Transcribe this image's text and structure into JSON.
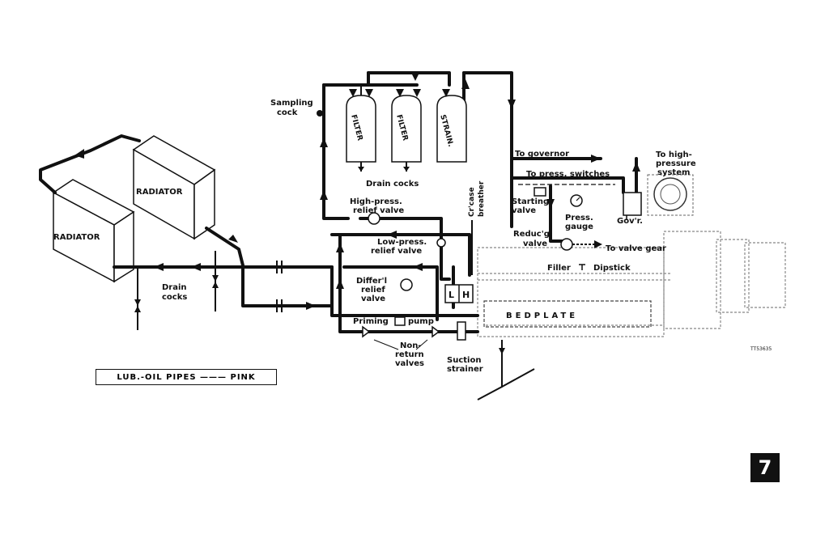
{
  "labels": {
    "radiator_top": "RADIATOR",
    "radiator_bottom": "RADIATOR",
    "sampling_cock_1": "Sampling",
    "sampling_cock_2": "cock",
    "filter_1": "FILTER",
    "filter_2": "FILTER",
    "strainer": "STRAIN.",
    "drain_cocks_top": "Drain   cocks",
    "crcase_breather_1": "Cr'case",
    "crcase_breather_2": "breather",
    "high_press_relief_1": "High-press.",
    "high_press_relief_2": "relief valve",
    "low_press_relief_1": "Low-press.",
    "low_press_relief_2": "relief valve",
    "differ_relief_1": "Differ'l",
    "differ_relief_2": "relief",
    "differ_relief_3": "valve",
    "drain_cocks_left_1": "Drain",
    "drain_cocks_left_2": "cocks",
    "priming_pump_1": "Priming",
    "priming_pump_2": "pump",
    "non_return_1": "Non-",
    "non_return_2": "return",
    "non_return_3": "valves",
    "suction_strainer_1": "Suction",
    "suction_strainer_2": "strainer",
    "to_governor": "To governor",
    "to_press_switches": "To press. switches",
    "starting_valve_1": "Starting",
    "starting_valve_2": "valve",
    "press_gauge_1": "Press.",
    "press_gauge_2": "gauge",
    "governor": "Gov'r.",
    "to_high_pressure_1": "To high-",
    "to_high_pressure_2": "pressure",
    "to_high_pressure_3": "system",
    "reducing_valve_1": "Reduc'g",
    "reducing_valve_2": "valve",
    "to_valve_gear": "To valve gear",
    "filler": "Filler",
    "dipstick": "Dipstick",
    "bedplate": "BEDPLATE",
    "lh_l": "L",
    "lh_h": "H",
    "ref_code": "TT53635"
  },
  "legend": "LUB.-OIL   PIPES ——— PINK",
  "page_number": "7"
}
